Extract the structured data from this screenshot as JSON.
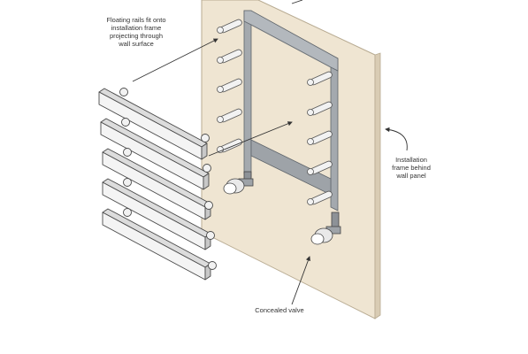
{
  "callouts": {
    "rails": [
      "Floating rails fit onto",
      "installation frame",
      "projecting through",
      "wall surface"
    ],
    "frame": [
      "Installation",
      "frame behind",
      "wall panel"
    ],
    "valve": [
      "Concealed valve"
    ]
  },
  "colors": {
    "wall_panel": "#efe5d2",
    "wall_edge": "#b8ab92",
    "frame_steel": "#9ea3a8",
    "frame_dark": "#6f757b",
    "rail_face": "#f4f4f4",
    "outline": "#4a4a4a",
    "arrow": "#333333"
  }
}
